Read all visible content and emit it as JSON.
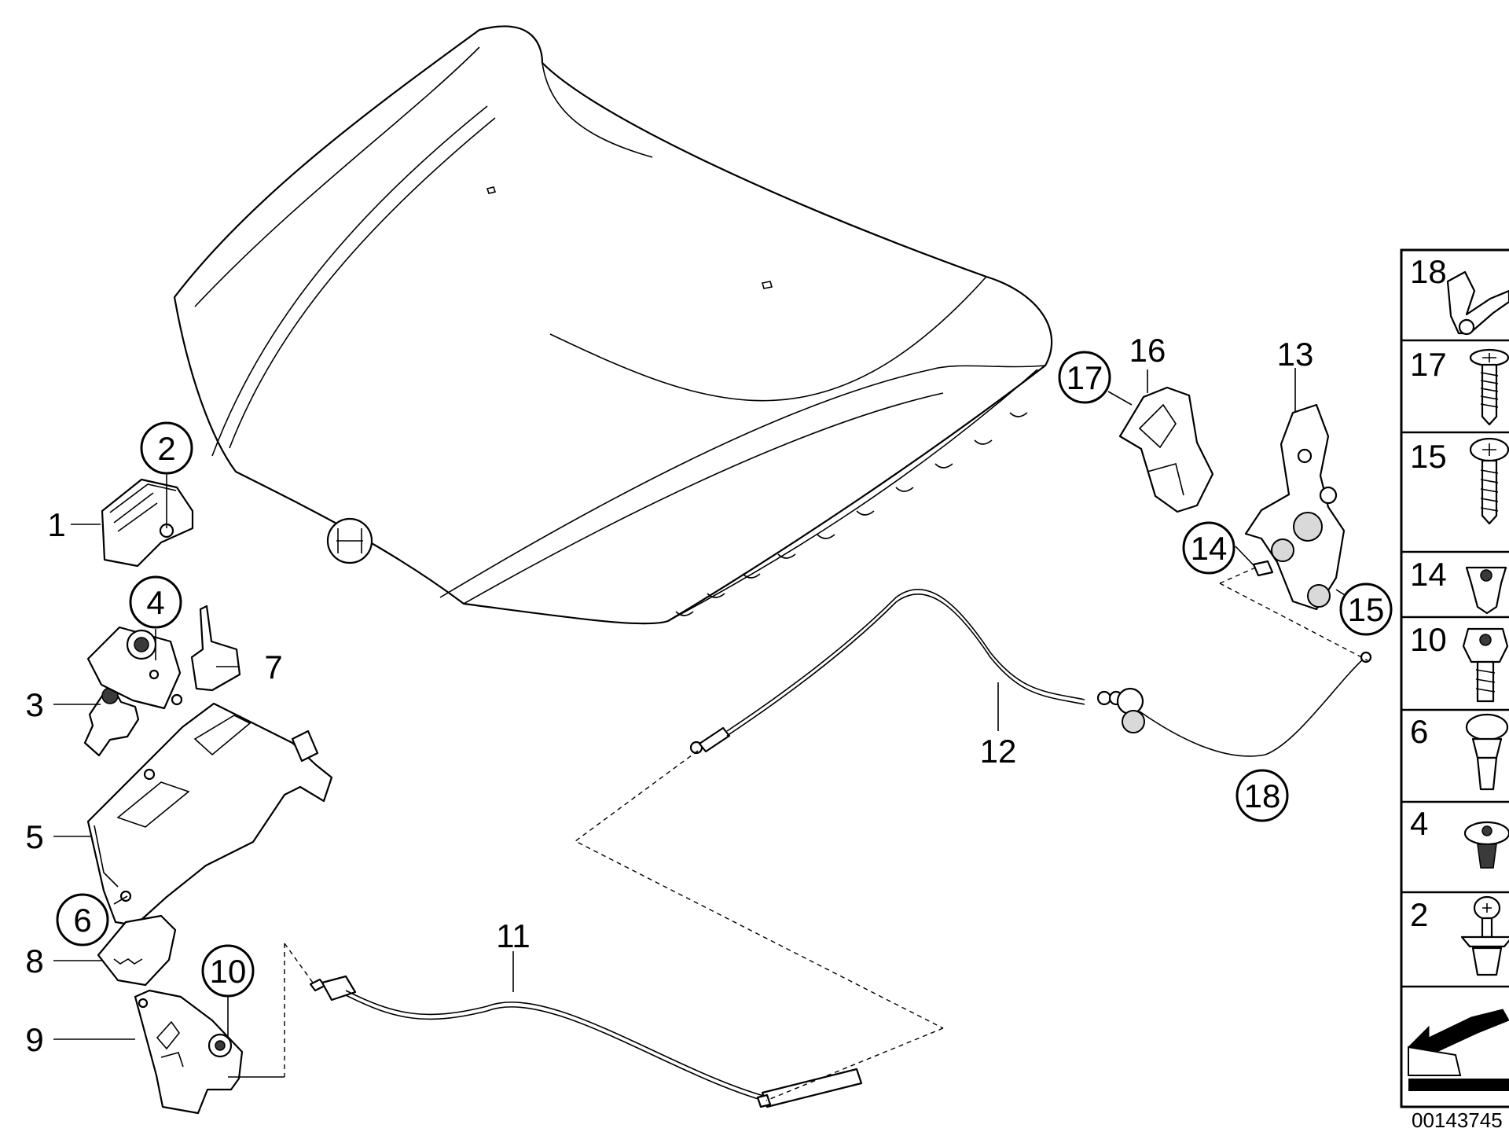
{
  "diagram": {
    "callouts": [
      {
        "id": "c1",
        "label": "1",
        "circled": false
      },
      {
        "id": "c2",
        "label": "2",
        "circled": true
      },
      {
        "id": "c3",
        "label": "3",
        "circled": false
      },
      {
        "id": "c4",
        "label": "4",
        "circled": true
      },
      {
        "id": "c5",
        "label": "5",
        "circled": false
      },
      {
        "id": "c6",
        "label": "6",
        "circled": true
      },
      {
        "id": "c7",
        "label": "7",
        "circled": false
      },
      {
        "id": "c8",
        "label": "8",
        "circled": false
      },
      {
        "id": "c9",
        "label": "9",
        "circled": false
      },
      {
        "id": "c10",
        "label": "10",
        "circled": true
      },
      {
        "id": "c11",
        "label": "11",
        "circled": false
      },
      {
        "id": "c12",
        "label": "12",
        "circled": false
      },
      {
        "id": "c13",
        "label": "13",
        "circled": false
      },
      {
        "id": "c14",
        "label": "14",
        "circled": true
      },
      {
        "id": "c15",
        "label": "15",
        "circled": true
      },
      {
        "id": "c16",
        "label": "16",
        "circled": false
      },
      {
        "id": "c17",
        "label": "17",
        "circled": true
      },
      {
        "id": "c18",
        "label": "18",
        "circled": true
      }
    ],
    "legend": {
      "items": [
        "18",
        "17",
        "15",
        "14",
        "10",
        "6",
        "4",
        "2"
      ],
      "doc_number": "00143745"
    }
  }
}
